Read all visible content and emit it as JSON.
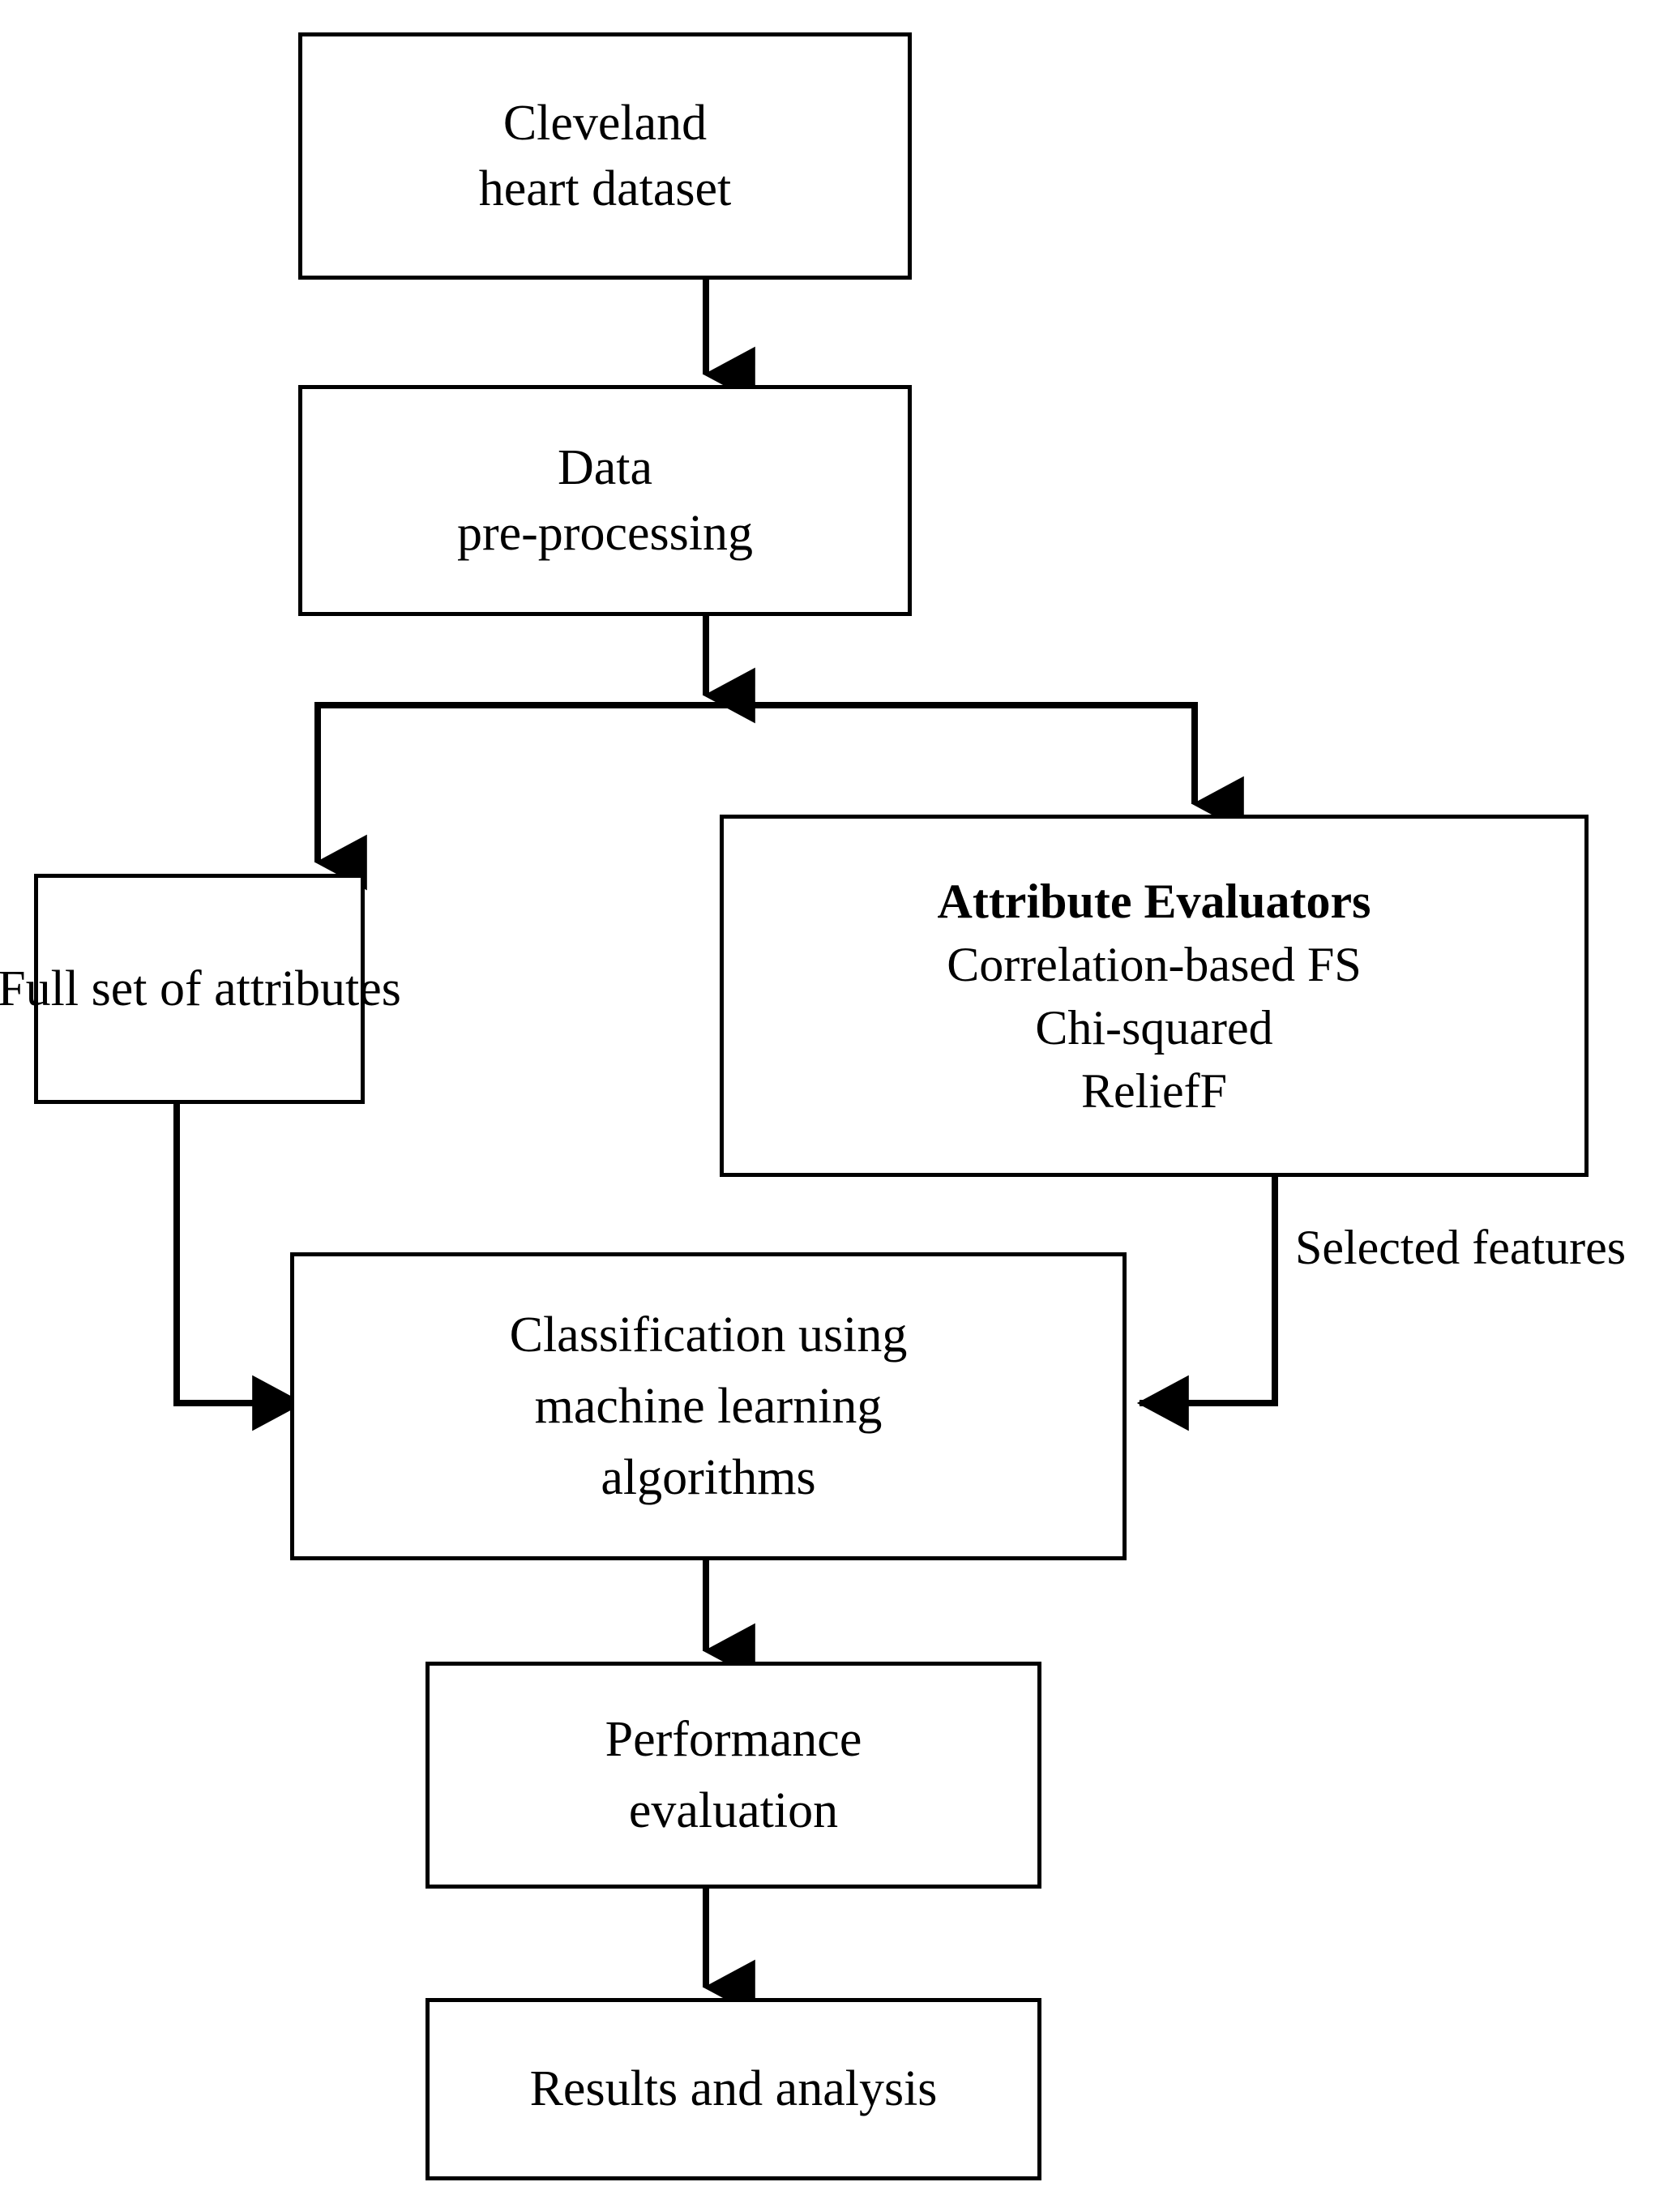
{
  "diagram": {
    "title": "Heart disease classification workflow flowchart",
    "nodes": {
      "cleveland": {
        "line1": "Cleveland",
        "line2": "heart dataset"
      },
      "preprocessing": {
        "line1": "Data",
        "line2": "pre-processing"
      },
      "full_set": {
        "line1": "Full set of attributes"
      },
      "attribute_evaluators": {
        "header": "Attribute Evaluators",
        "line1": "Correlation-based FS",
        "line2": "Chi-squared",
        "line3": "ReliefF"
      },
      "classification": {
        "line1": "Classification using",
        "line2": "machine learning",
        "line3": "algorithms"
      },
      "performance": {
        "line1": "Performance",
        "line2": "evaluation"
      },
      "results": {
        "line1": "Results and analysis"
      }
    },
    "edge_labels": {
      "selected_features_line1": "Selected",
      "selected_features_line2": "features"
    },
    "colors": {
      "stroke": "#000000",
      "fill": "#ffffff"
    }
  }
}
